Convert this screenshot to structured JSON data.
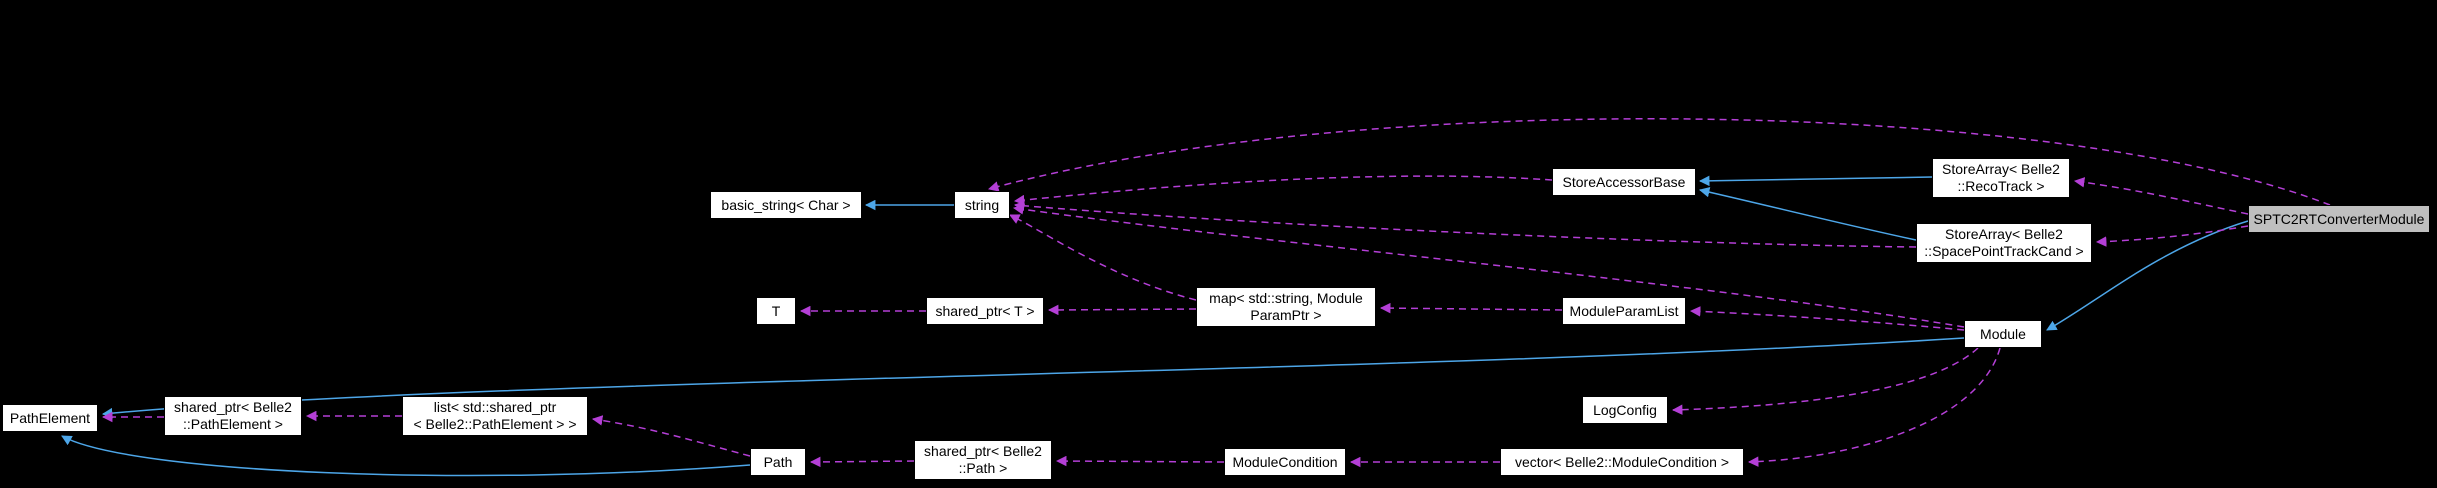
{
  "diagram": {
    "kind": "doxygen-collaboration-graph",
    "colors": {
      "background": "#000000",
      "node_fill": "#ffffff",
      "node_border": "#000000",
      "highlight_node_fill": "#bfbfbf",
      "node_text": "#000000",
      "inheritance_edge": "#4da6e8",
      "usage_edge": "#b43fd6"
    },
    "nodes": [
      {
        "id": "basic_string",
        "label": "basic_string< Char >"
      },
      {
        "id": "string",
        "label": "string"
      },
      {
        "id": "store_accessor_base",
        "label": "StoreAccessorBase"
      },
      {
        "id": "storearray_recotrack",
        "label": "StoreArray< Belle2\n::RecoTrack >"
      },
      {
        "id": "sptc2rt_converter_module",
        "label": "SPTC2RTConverterModule"
      },
      {
        "id": "storearray_spacepointtrackcand",
        "label": "StoreArray< Belle2\n::SpacePointTrackCand >"
      },
      {
        "id": "t_param",
        "label": "T"
      },
      {
        "id": "shared_ptr_t",
        "label": "shared_ptr< T >"
      },
      {
        "id": "map_string_moduleparamptr",
        "label": "map< std::string, Module\nParamPtr >"
      },
      {
        "id": "module_param_list",
        "label": "ModuleParamList"
      },
      {
        "id": "module",
        "label": "Module"
      },
      {
        "id": "path_element",
        "label": "PathElement"
      },
      {
        "id": "shared_ptr_path_element",
        "label": "shared_ptr< Belle2\n::PathElement >"
      },
      {
        "id": "list_shared_ptr_path_element",
        "label": "list< std::shared_ptr\n< Belle2::PathElement > >"
      },
      {
        "id": "path",
        "label": "Path"
      },
      {
        "id": "shared_ptr_path",
        "label": "shared_ptr< Belle2\n::Path >"
      },
      {
        "id": "module_condition",
        "label": "ModuleCondition"
      },
      {
        "id": "vector_module_condition",
        "label": "vector< Belle2::ModuleCondition >"
      },
      {
        "id": "log_config",
        "label": "LogConfig"
      }
    ],
    "edges": [
      {
        "from": "string",
        "to": "basic_string",
        "relation": "inheritance"
      },
      {
        "from": "storearray_recotrack",
        "to": "store_accessor_base",
        "relation": "inheritance"
      },
      {
        "from": "storearray_spacepointtrackcand",
        "to": "store_accessor_base",
        "relation": "inheritance"
      },
      {
        "from": "sptc2rt_converter_module",
        "to": "module",
        "relation": "inheritance"
      },
      {
        "from": "module",
        "to": "path_element",
        "relation": "inheritance"
      },
      {
        "from": "path",
        "to": "path_element",
        "relation": "inheritance"
      },
      {
        "from": "map_string_moduleparamptr",
        "to": "string",
        "relation": "usage"
      },
      {
        "from": "store_accessor_base",
        "to": "string",
        "relation": "usage"
      },
      {
        "from": "sptc2rt_converter_module",
        "to": "string",
        "relation": "usage"
      },
      {
        "from": "module",
        "to": "string",
        "relation": "usage"
      },
      {
        "from": "storearray_spacepointtrackcand",
        "to": "string",
        "relation": "usage"
      },
      {
        "from": "shared_ptr_t",
        "to": "t_param",
        "relation": "usage"
      },
      {
        "from": "map_string_moduleparamptr",
        "to": "shared_ptr_t",
        "relation": "usage"
      },
      {
        "from": "module_param_list",
        "to": "map_string_moduleparamptr",
        "relation": "usage"
      },
      {
        "from": "module",
        "to": "module_param_list",
        "relation": "usage"
      },
      {
        "from": "sptc2rt_converter_module",
        "to": "storearray_recotrack",
        "relation": "usage"
      },
      {
        "from": "sptc2rt_converter_module",
        "to": "storearray_spacepointtrackcand",
        "relation": "usage"
      },
      {
        "from": "module",
        "to": "log_config",
        "relation": "usage"
      },
      {
        "from": "module",
        "to": "vector_module_condition",
        "relation": "usage"
      },
      {
        "from": "vector_module_condition",
        "to": "module_condition",
        "relation": "usage"
      },
      {
        "from": "module_condition",
        "to": "shared_ptr_path",
        "relation": "usage"
      },
      {
        "from": "shared_ptr_path",
        "to": "path",
        "relation": "usage"
      },
      {
        "from": "path",
        "to": "list_shared_ptr_path_element",
        "relation": "usage"
      },
      {
        "from": "list_shared_ptr_path_element",
        "to": "shared_ptr_path_element",
        "relation": "usage"
      },
      {
        "from": "shared_ptr_path_element",
        "to": "path_element",
        "relation": "usage"
      }
    ]
  }
}
